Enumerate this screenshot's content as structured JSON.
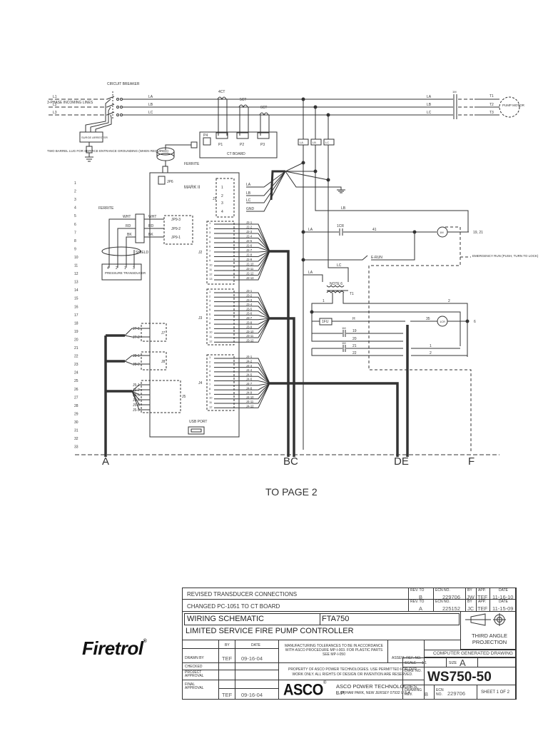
{
  "drawing": {
    "row_numbers": [
      "1",
      "2",
      "3",
      "4",
      "5",
      "6",
      "7",
      "8",
      "9",
      "10",
      "11",
      "12",
      "13",
      "14",
      "15",
      "16",
      "17",
      "18",
      "19",
      "20",
      "21",
      "22",
      "23",
      "24",
      "25",
      "26",
      "27",
      "28",
      "29",
      "30",
      "31",
      "32",
      "33"
    ],
    "power": {
      "incoming_label": "3-PHASE INCOMING LINES",
      "lines_in": [
        "L1",
        "L2",
        "L3"
      ],
      "lines_out": [
        "LA",
        "LB",
        "LC"
      ],
      "breaker_label": "CIRCUIT BREAKER",
      "surge_label": "SURGE ARRESTER",
      "ground_note": "TWO BARREL LUG FOR SERVICE ENTRANCE GROUNDING (WHEN REQUIRED)",
      "cts": [
        "4CT",
        "5CT",
        "6CT"
      ],
      "ct_board_label": "CT BOARD",
      "ct_ports": [
        "P1",
        "P2",
        "P3",
        "P4"
      ],
      "sense_boxes": [
        "LA",
        "LB",
        "LC"
      ],
      "contactor_label": "1M",
      "motor_terminals": [
        "T1",
        "T2",
        "T3"
      ],
      "motor_label": "PUMP MOTOR"
    },
    "controller": {
      "title": "MARK II",
      "jp6": "JP6",
      "ferrite_top": "FERRITE",
      "ferrite_left": "FERRITE",
      "usb_port": "USB PORT",
      "j1_label": "J1",
      "j1_pins": [
        {
          "pin": "1",
          "signal": "LA"
        },
        {
          "pin": "2",
          "signal": "LB"
        },
        {
          "pin": "3",
          "signal": "LC"
        },
        {
          "pin": "4",
          "signal": "GND"
        }
      ],
      "jp9_pins": [
        "JP9-3",
        "JP9-2",
        "JP9-1"
      ],
      "transducer_wires": [
        "WHT",
        "RD",
        "BK"
      ],
      "shield_label": "SHIELD",
      "transducer_label": "PRESSURE TRANSDUCER",
      "transducer_pins": [
        "4",
        "2",
        "1",
        "3"
      ],
      "j2_label": "J2",
      "j2_wires": [
        "J2-1",
        "J2-2",
        "J2-3",
        "J2-4",
        "J2-5",
        "J2-6",
        "J2-7",
        "J2-8",
        "J2-9",
        "J2-10",
        "J2-11",
        "J2-12",
        "J2-13"
      ],
      "j3_label": "J3",
      "j3_wires": [
        "J3-1",
        "J3-2",
        "J3-3",
        "J3-4",
        "J3-5",
        "J3-6",
        "J3-7",
        "J3-8",
        "J3-9",
        "J3-10",
        "J3-11",
        "J3-12"
      ],
      "j4_label": "J4",
      "j4_wires": [
        "J4-1",
        "J4-2",
        "J4-3",
        "J4-4",
        "J4-5",
        "J4-6",
        "J4-7",
        "J4-8",
        "J4-9",
        "J4-10",
        "J4-11",
        "J4-12"
      ],
      "j7_label": "J7",
      "j7_wires": [
        "J7-1",
        "J7-2"
      ],
      "j8_label": "J8",
      "j8_wires": [
        "J8-1",
        "J8-2"
      ],
      "j5_label": "J5",
      "j5_wires": [
        "J5-1",
        "J5-2",
        "J5-5",
        "J5-6",
        "J5-8",
        "J5-9"
      ]
    },
    "control": {
      "wire_lb": "LB",
      "wire_la": "LA",
      "wire_lc": "LC",
      "contact_1cr": "1CR",
      "wire_41": "41",
      "coil_1m": "1M",
      "coil_refs": "19, 21",
      "erun_label": "E-RUN",
      "emergency_label": "EMERGENCY RUN (PUSH, TURN TO LOCK)",
      "note_label": "NOTE 6",
      "transformer_label": "T1",
      "wire_1": "1",
      "wire_2": "2",
      "fuse_label": "1FU",
      "wire_h": "H",
      "wire_35": "35",
      "relay_1cr": "1CR",
      "node_6": "6",
      "aux_1m_a": "1M",
      "aux_1m_b": "1M",
      "wires_right": [
        "19",
        "20",
        "21",
        "22"
      ],
      "wires_return": [
        "1",
        "2"
      ]
    },
    "buses": [
      "A",
      "BC",
      "DE",
      "F"
    ],
    "to_page": "TO PAGE 2"
  },
  "title_block": {
    "revisions": [
      {
        "description": "REVISED TRANSDUCER CONNECTIONS",
        "rev_label": "REV. TO",
        "rev": "B",
        "ecn_label": "ECN NO.",
        "ecn": "229706",
        "by_label": "BY",
        "by": "JW",
        "app_label": "APP.",
        "app": "TEF",
        "date_label": "DATE",
        "date": "11-16-10"
      },
      {
        "description": "CHANGED PC-1051 TO CT BOARD",
        "rev_label": "REV. TO",
        "rev": "A",
        "ecn_label": "ECN NO.",
        "ecn": "225152",
        "by_label": "BY",
        "by": "JC",
        "app_label": "APP.",
        "app": "TEF",
        "date_label": "DATE",
        "date": "11-15-09"
      }
    ],
    "title_line1": "WIRING SCHEMATIC",
    "model": "FTA750",
    "title_line2": "LIMITED SERVICE FIRE PUMP CONTROLLER",
    "projection": "THIRD ANGLE PROJECTION",
    "by_header": "BY",
    "date_header": "DATE",
    "drawn_by_label": "DRAWN BY",
    "drawn_by": "TEF",
    "drawn_date": "09-16-04",
    "checked_label": "CHECKED",
    "project_approval_label": "PROJECT APPROVAL",
    "final_approval_label": "FINAL APPROVAL",
    "final_by": "TEF",
    "final_date": "09-16-04",
    "tolerance_note": "MANUFACTURING TOLERANCES TO BE IN ACCORDANCE WITH ASCO PROCEDURE MP-I-003. FOR PLASTIC PARTS SEE MP-I-050",
    "assem_ref_label": "ASSEM. REF. NO.",
    "property_note": "PROPERTY OF ASCO POWER TECHNOLOGIES. USE PERMITTED FOR OUR WORK ONLY. ALL RIGHTS OF DESIGN OR INVENTION ARE RESERVED.",
    "asco_logo": "ASCO",
    "company_name": "ASCO POWER TECHNOLOGIES, L.P.",
    "company_address": "FLORHAM PARK, NEW JERSEY 07932 U.S.A.",
    "computer_generated": "COMPUTER GENERATED DRAWING",
    "scale_label": "SCALE",
    "scale": "1:1",
    "size_label": "SIZE",
    "size": "A",
    "dwg_no_label": "DWG. NO.",
    "dwg_no": "WS750-50",
    "drawing_rev_label": "DRAWING REV.",
    "drawing_rev": "B",
    "ecn_no_label": "ECN NO.",
    "ecn_no": "229706",
    "sheet": "SHEET 1 OF 2"
  },
  "brand": {
    "logo": "Firetrol",
    "registered": "®"
  }
}
